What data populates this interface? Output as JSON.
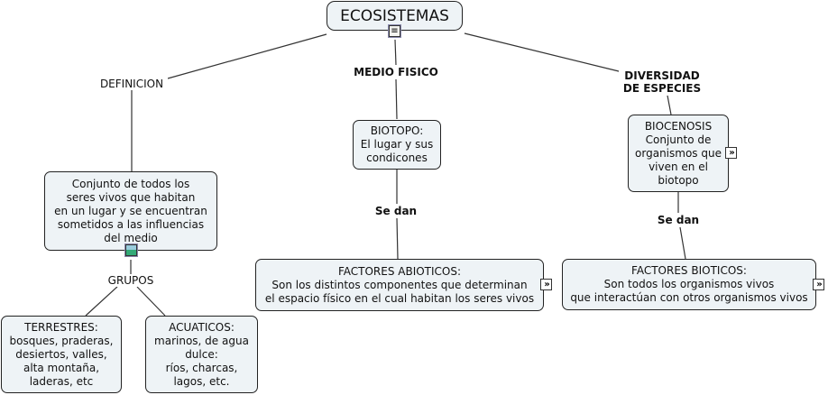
{
  "root": {
    "label": "ECOSISTEMAS",
    "resource_icon": "document-icon"
  },
  "link_phrases": {
    "definicion": "DEFINICION",
    "medio_fisico": "MEDIO FISICO",
    "diversidad": "DIVERSIDAD\nDE ESPECIES",
    "grupos": "GRUPOS",
    "se_dan_abioticos": "Se dan",
    "se_dan_bioticos": "Se dan"
  },
  "concepts": {
    "definicion_text": "Conjunto de todos los\nseres vivos que habitan\nen un lugar y se encuentran\nsometidos a las influencias\ndel medio",
    "biotopo": "BIOTOPO:\nEl lugar y sus\ncondicones",
    "biocenosis": "BIOCENOSIS\nConjunto de\norganismos que\nviven en el\nbiotopo",
    "abioticos": "FACTORES ABIOTICOS:\nSon los distintos componentes que determinan\nel espacio físico en el cual habitan los seres vivos",
    "bioticos": "FACTORES BIOTICOS:\nSon todos los organismos vivos\nque interactúan con otros organismos vivos",
    "terrestres": "TERRESTRES:\nbosques, praderas,\ndesiertos,  valles,\nalta montaña,\nladeras, etc",
    "acuaticos": "ACUATICOS:\nmarinos, de agua\ndulce:\nríos, charcas,\nlagos, etc."
  },
  "colors": {
    "node_fill": "#eef3f6",
    "node_border": "#222222",
    "line": "#333333"
  }
}
